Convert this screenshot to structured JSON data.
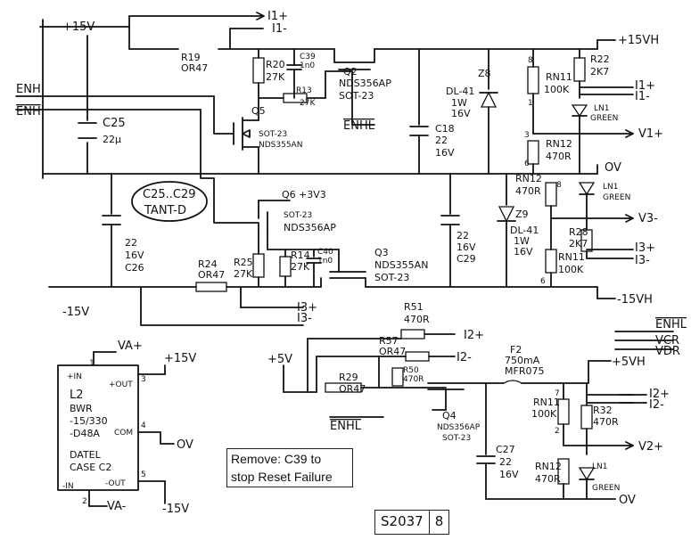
{
  "note": {
    "line1": "Remove: C39 to",
    "line2": "stop Reset Failure"
  },
  "title_block": {
    "drawing": "S2037",
    "sheet": "8"
  },
  "rails": {
    "p15v": "+15V",
    "m15v": "-15V",
    "p15vh": "+15VH",
    "m15vh": "-15VH",
    "p5v": "+5V",
    "p3v3": "+3V3",
    "p5vh": "+5VH",
    "ov": "OV"
  },
  "signals": {
    "i1p": "I1+",
    "i1m": "I1-",
    "enh": "ENH",
    "enh_bar": "ENH",
    "enhl_bar": "ENHL",
    "v1p": "V1+",
    "v3m": "V3-",
    "i3p": "I3+",
    "i3m": "I3-",
    "i2p": "I2+",
    "i2m": "I2-",
    "v2p": "V2+",
    "vcr": "VCR",
    "vdr": "VDR",
    "va_p": "VA+",
    "va_m": "VA-"
  },
  "components": {
    "r19": "R19",
    "r19v": "OR47",
    "r20": "R20",
    "r20v": "27K",
    "r13": "R13",
    "r13v": "27K",
    "c39": "C39",
    "c39v": "1n0",
    "q2": "Q2",
    "q2t": "NDS356AP",
    "q2p": "SOT-23",
    "q5": "Q5",
    "q5p": "SOT-23",
    "q5t": "NDS355AN",
    "c25": "C25",
    "c25v": "22μ",
    "c18": "C18",
    "c18v": "22",
    "c18r": "16V",
    "z8": "Z8",
    "z8t": "DL-41",
    "z8w": "1W",
    "z8v": "16V",
    "rn11a": "RN11",
    "rn11av": "100K",
    "r22": "R22",
    "r22v": "2K7",
    "ln1a": "LN1",
    "ln1ac": "GREEN",
    "rn12a": "RN12",
    "rn12av": "470R",
    "tant": "C25..C29",
    "tant2": "TANT-D",
    "q6": "Q6",
    "q6p": "SOT-23",
    "q6t": "NDS356AP",
    "c26": "C26",
    "c26v": "22",
    "c26r": "16V",
    "r25": "R25",
    "r25v": "27K",
    "r14": "R14",
    "r14v": "27K",
    "c40": "C40",
    "c40v": "1n0",
    "q3": "Q3",
    "q3t": "NDS355AN",
    "q3p": "SOT-23",
    "c29": "C29",
    "c29v": "22",
    "c29r": "16V",
    "z9": "Z9",
    "z9t": "DL-41",
    "z9w": "1W",
    "z9v": "16V",
    "rn12b": "RN12",
    "rn12bv": "470R",
    "ln1b": "LN1",
    "ln1bc": "GREEN",
    "r28": "R28",
    "r28v": "2K7",
    "rn11b": "RN11",
    "rn11bv": "100K",
    "r24": "R24",
    "r24v": "OR47",
    "r51": "R51",
    "r51v": "470R",
    "r57": "R57",
    "r57v": "OR47",
    "r29": "R29",
    "r29v": "OR47",
    "r50": "R50",
    "r50v": "470R",
    "q4": "Q4",
    "q4t": "NDS356AP",
    "q4p": "SOT-23",
    "f2": "F2",
    "f2v": "750mA",
    "f2t": "MFR075",
    "rn11c": "RN11",
    "rn11cv": "100K",
    "r32": "R32",
    "r32v": "470R",
    "c27": "C27",
    "c27v": "22",
    "c27r": "16V",
    "rn12c": "RN12",
    "rn12cv": "470R",
    "ln1c": "LN1",
    "ln1cc": "GREEN",
    "l2": "L2",
    "l2a": "BWR",
    "l2b": "-15/330",
    "l2c": "-D48A",
    "l2d": "DATEL",
    "l2e": "CASE C2",
    "l2pin": "+IN",
    "l2pout": "+OUT",
    "l2com": "COM",
    "l2min": "-IN",
    "l2mout": "-OUT"
  },
  "pins": {
    "p1": "1",
    "p2": "2",
    "p3": "3",
    "p4": "4",
    "p5": "5",
    "p6": "6",
    "p7": "7",
    "p8": "8"
  }
}
